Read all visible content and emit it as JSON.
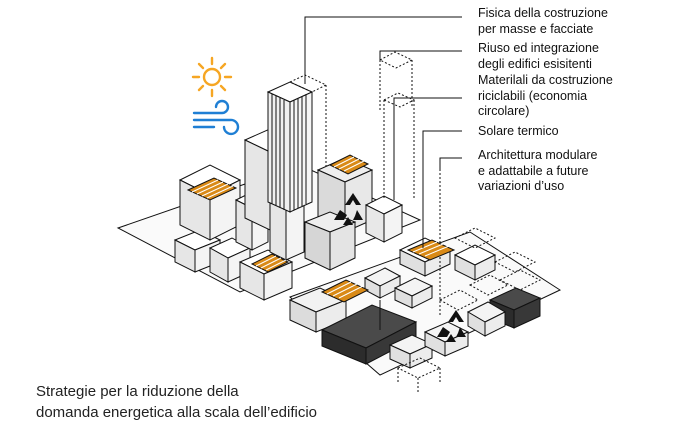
{
  "labels": [
    "Fisica della costruzione\nper masse e facciate",
    "Riuso ed integrazione\ndegli edifici esisitenti",
    "Materilali da costruzione\nriciclabili (economia\ncircolare)",
    "Solare termico",
    "Architettura modulare\ne adattabile a future\nvariazioni d’uso"
  ],
  "caption": "Strategie per la riduzione della\ndomanda energetica alla scala dell’edificio",
  "icons": [
    "sun-icon",
    "wind-icon",
    "recycle-icon"
  ],
  "colors": {
    "sun": "#f6a623",
    "wind": "#1f7fd4",
    "solar_panel": "#d98a17",
    "dark_block": "#3a3a3a",
    "line": "#111111"
  }
}
